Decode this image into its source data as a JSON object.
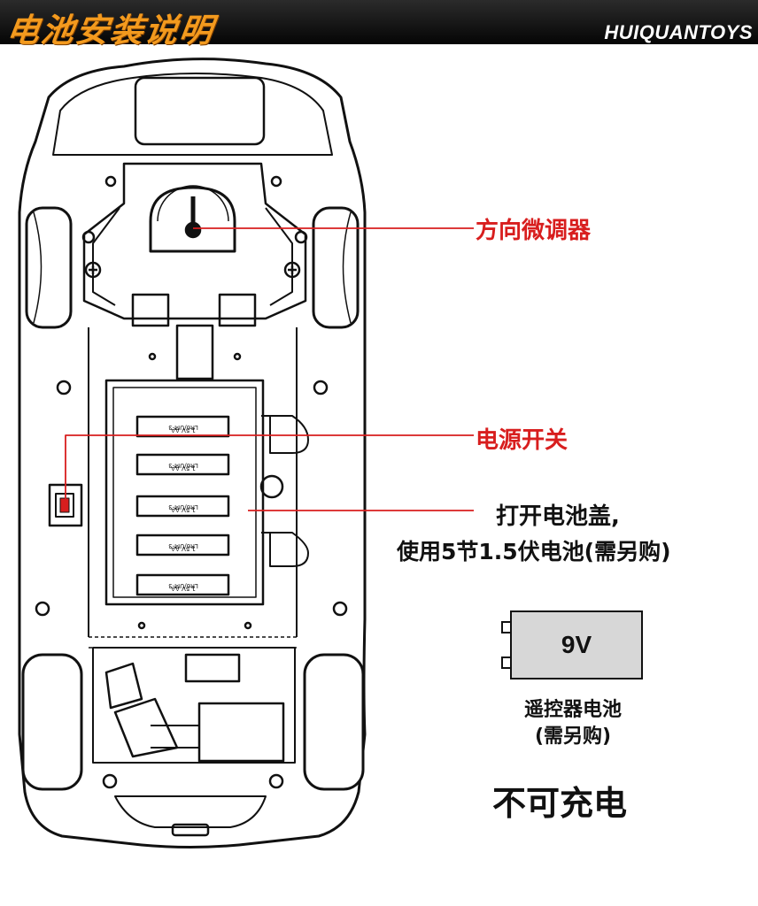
{
  "header": {
    "title": "电池安装说明",
    "brand": "HUIQUANTOYS"
  },
  "callouts": {
    "steering_trim": "方向微调器",
    "power_switch": "电源开关",
    "open_cover_line1": "打开电池盖,",
    "open_cover_line2": "使用5节1.5伏电池(需另购)"
  },
  "remote_battery": {
    "label": "9V",
    "caption_line1": "遥控器电池",
    "caption_line2": "(需另购)"
  },
  "note": "不可充电",
  "battery_cell_text": {
    "line1": "1.5V AA",
    "line2": "LR6/UM-3"
  },
  "colors": {
    "callout_red": "#d81e1e",
    "header_orange": "#f39a1e",
    "header_bg": "#111111"
  }
}
